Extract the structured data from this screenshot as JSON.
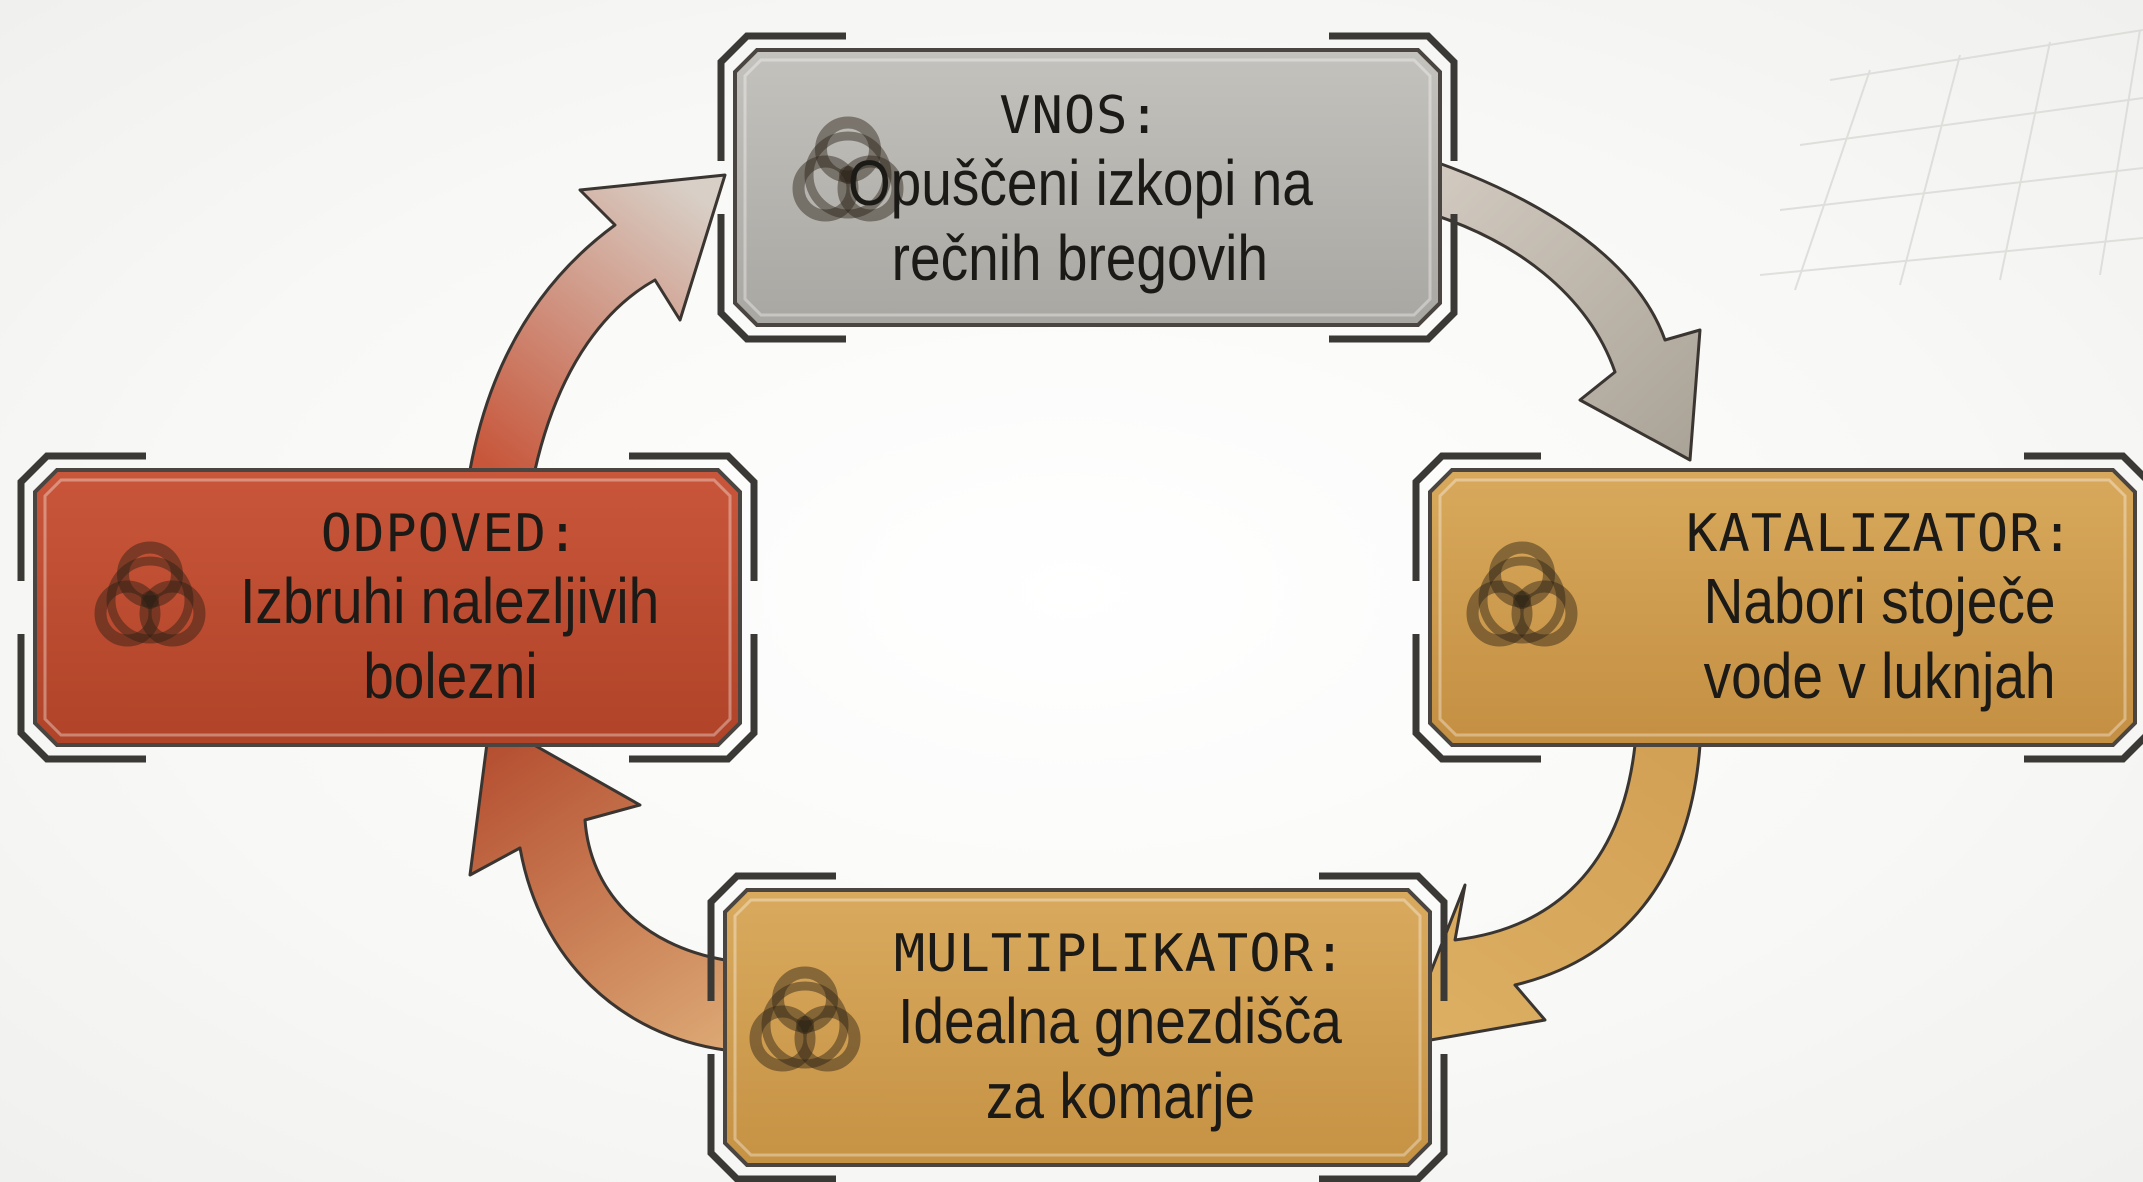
{
  "stages": [
    {
      "key": "vnos",
      "label": "VNOS:",
      "lines": [
        "Opuščeni izkopi na",
        "rečnih bregovih"
      ],
      "fill": "#c4c2bd",
      "fill_dark": "#a9a7a2",
      "bracket": "#3b3936",
      "icon": "biohazard-icon"
    },
    {
      "key": "katalizator",
      "label": "KATALIZATOR:",
      "lines": [
        "Nabori stoječe",
        "vode v luknjah"
      ],
      "fill": "#d8a95c",
      "fill_dark": "#c48f42",
      "bracket": "#3b3936",
      "icon": "biohazard-icon"
    },
    {
      "key": "multiplikator",
      "label": "MULTIPLIKATOR:",
      "lines": [
        "Idealna gnezdišča",
        "za komarje"
      ],
      "fill": "#d9aa5e",
      "fill_dark": "#c69244",
      "bracket": "#3b3936",
      "icon": "biohazard-icon"
    },
    {
      "key": "odpoved",
      "label": "ODPOVED:",
      "lines": [
        "Izbruhi nalezljivih",
        "bolezni"
      ],
      "fill": "#c9563a",
      "fill_dark": "#b04328",
      "bracket": "#3b3936",
      "icon": "biohazard-icon"
    }
  ],
  "arrows": [
    {
      "from": "vnos",
      "to": "katalizator",
      "color_start": "#d0c7bb",
      "color_end": "#b3ab9f"
    },
    {
      "from": "katalizator",
      "to": "multiplikator",
      "color_start": "#d7a658",
      "color_end": "#d9aa5e"
    },
    {
      "from": "multiplikator",
      "to": "odpoved",
      "color_start": "#d8a66a",
      "color_end": "#b95237"
    },
    {
      "from": "odpoved",
      "to": "vnos",
      "color_start": "#c86a50",
      "color_end": "#cfc2b8"
    }
  ]
}
